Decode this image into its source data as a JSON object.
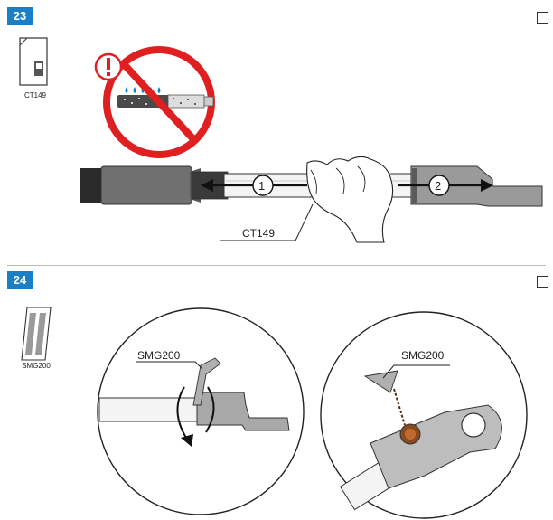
{
  "step23": {
    "number": "23",
    "product_label": "CT149",
    "callout": "CT149",
    "arrow1": "1",
    "arrow2": "2"
  },
  "step24": {
    "number": "24",
    "product_label": "SMG200",
    "callout_left": "SMG200",
    "callout_right": "SMG200"
  },
  "colors": {
    "accent": "#1a7fc4",
    "prohibit": "#e02020"
  }
}
